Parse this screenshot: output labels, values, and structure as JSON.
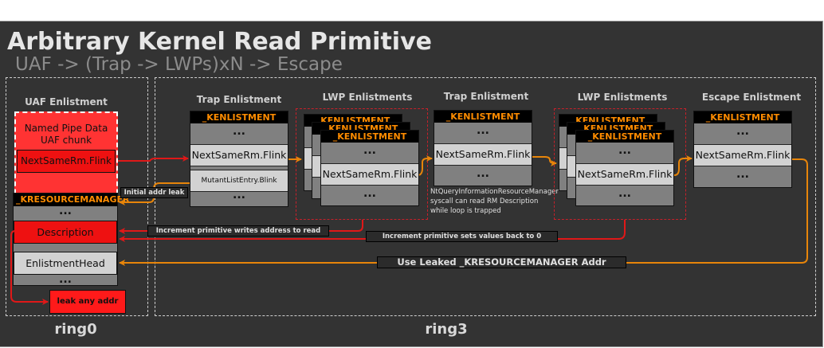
{
  "header": {
    "title": "Arbitrary Kernel Read Primitive",
    "subtitle": "UAF -> (Trap -> LWPs)xN -> Escape"
  },
  "regions": {
    "ring0": "ring0",
    "ring3": "ring3"
  },
  "sections": {
    "uaf": "UAF Enlistment",
    "trap1": "Trap Enlistment",
    "lwp1": "LWP Enlistments",
    "trap2": "Trap Enlistment",
    "lwp2": "LWP Enlistments",
    "escape": "Escape Enlistment"
  },
  "uaf_chunk": {
    "line1": "Named Pipe Data",
    "line2": "UAF chunk",
    "field": "NextSameRm.Flink"
  },
  "kresourcemanager": {
    "header": "_KRESOURCEMANAGER",
    "dots": "...",
    "description": "Description",
    "enlistment_head": "EnlistmentHead"
  },
  "leak_box": "leak any addr",
  "kenlistment": {
    "header": "_KENLISTMENT",
    "dots": "...",
    "flink": "NextSameRm.Flink",
    "mutant_blink": "MutantListEntry.Blink"
  },
  "notes": {
    "trap2": [
      "NtQueryInformationResourceManager",
      "syscall can read RM Description",
      "while loop is trapped"
    ]
  },
  "labels": {
    "initial_leak": "Initial addr leak",
    "increment_write": "Increment primitive writes address to read",
    "increment_reset": "Increment primitive sets values back to 0",
    "use_leaked": "Use Leaked _KRESOURCEMANAGER Addr"
  },
  "colors": {
    "background": "#333333",
    "accent_orange": "#ff8c00",
    "accent_red": "#ee1111",
    "wire_red": "#e01818",
    "wire_orange": "#e8850a"
  }
}
